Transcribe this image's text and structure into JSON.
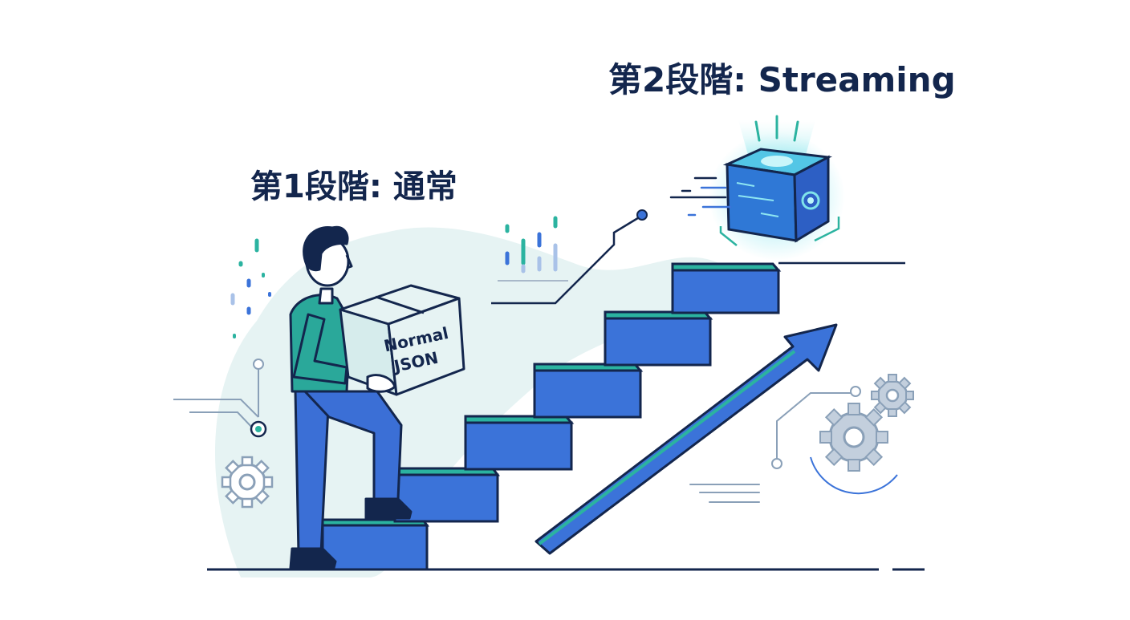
{
  "labels": {
    "stage1": "第1段階: 通常",
    "stage2": "第2段階: Streaming"
  },
  "box": {
    "line1": "Normal",
    "line2": "JSON"
  },
  "colors": {
    "navy": "#13264d",
    "step_blue": "#3b73d9",
    "step_teal": "#2bb3a0",
    "shirt_teal": "#2aa89a",
    "pants_blue": "#3b6fd6",
    "bg_blob": "#e6f3f3",
    "gear_gray": "#a9b8c9",
    "cube_glow": "#3fd6e6"
  },
  "icons": [
    "gear-icon",
    "cube-icon",
    "arrow-icon",
    "node-icon"
  ]
}
